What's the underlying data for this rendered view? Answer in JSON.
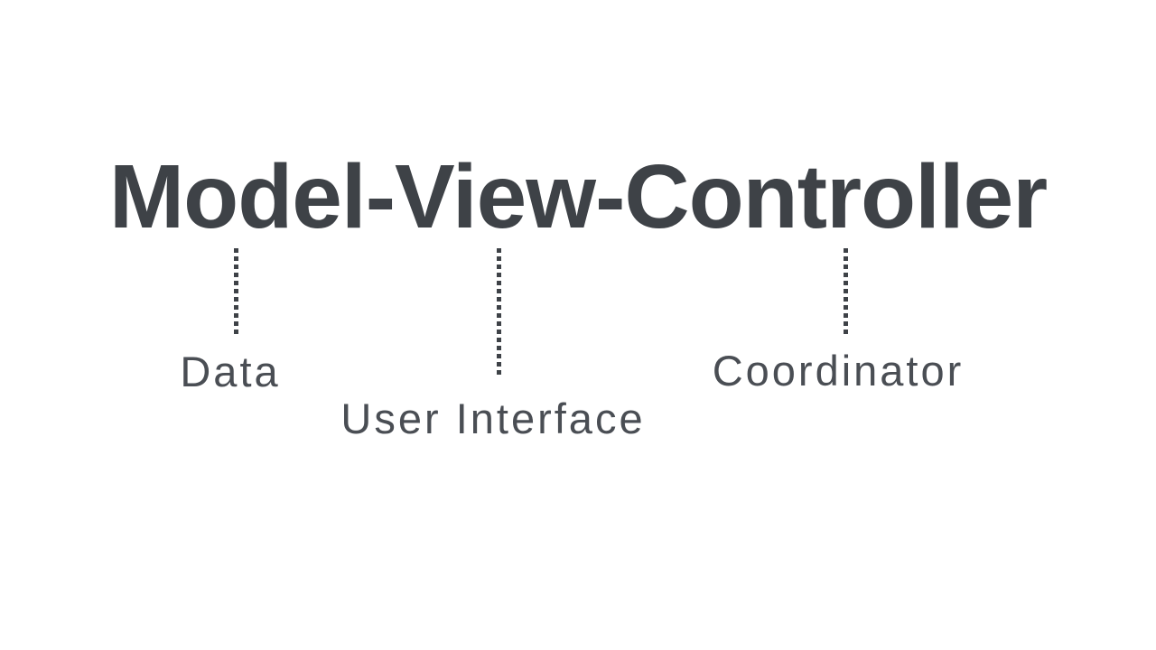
{
  "diagram": {
    "title": "Model-View-Controller",
    "annotations": [
      {
        "label": "Data"
      },
      {
        "label": "User Interface"
      },
      {
        "label": "Coordinator"
      }
    ],
    "connectors": [
      {
        "name": "model-leader",
        "style": "dotted"
      },
      {
        "name": "view-leader",
        "style": "dotted"
      },
      {
        "name": "controller-leader",
        "style": "dotted"
      }
    ],
    "colors": {
      "ink": "#3e4247",
      "label_ink": "#4a4e54",
      "background": "#ffffff"
    }
  }
}
